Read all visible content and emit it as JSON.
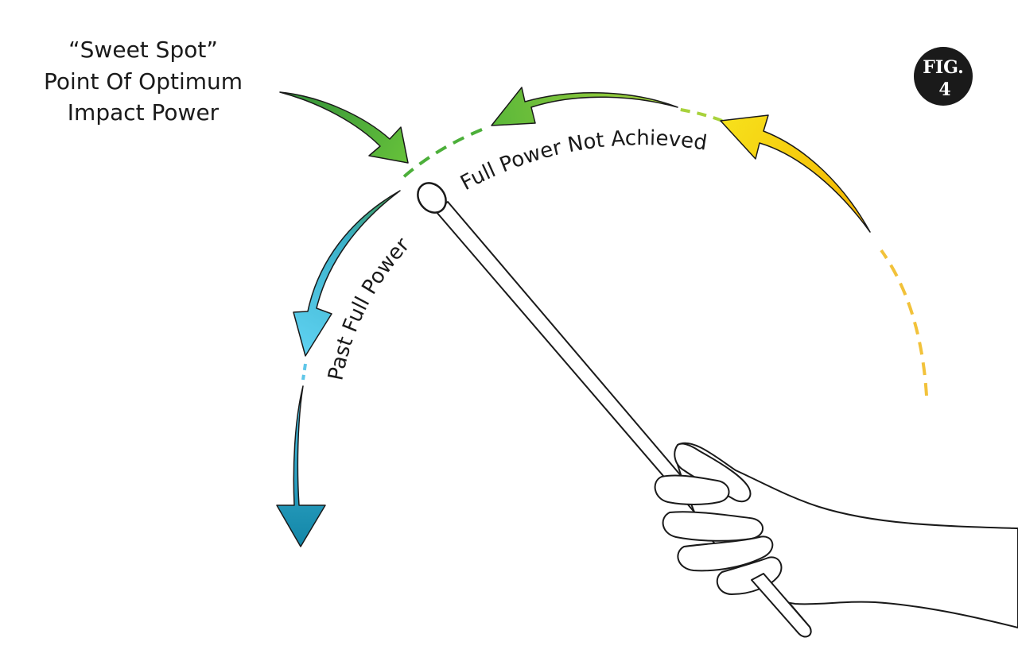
{
  "callout": {
    "line1": "“Sweet Spot”",
    "line2": "Point Of Optimum",
    "line3": "Impact Power"
  },
  "labels": {
    "full_power_not_achieved": "Full Power Not Achieved",
    "past_full_power": "Past Full Power"
  },
  "badge": {
    "line1": "FIG.",
    "line2": "4"
  },
  "colors": {
    "yellow_phase": "#f2c500",
    "green_phase": "#6cbf3a",
    "sweet_spot_green": "#4caf3a",
    "blue_phase": "#3cb8e0",
    "teal_phase": "#1896b6",
    "badge_fill": "#1a1a1a",
    "hand_shadow": "#bdbdbd"
  },
  "icons": {
    "stick": "drumstick-icon",
    "hand": "hand-icon",
    "badge": "figure-badge-icon"
  }
}
